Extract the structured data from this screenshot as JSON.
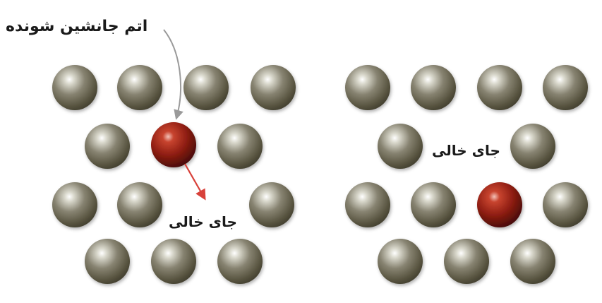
{
  "labels": {
    "substituting_atom": "اتم جانشین شونده",
    "vacancy_left": "جای خالی",
    "vacancy_right": "جای خالی"
  },
  "colors": {
    "atom_gray": "#6f6b58",
    "atom_red": "#8e1d12",
    "arrow_gray": "#9a9a9a",
    "arrow_red": "#d8413a",
    "background": "#ffffff"
  },
  "panels": [
    {
      "name": "before-move",
      "description_atoms": [
        {
          "row": 1,
          "col": 1,
          "kind": "gray"
        },
        {
          "row": 1,
          "col": 2,
          "kind": "gray"
        },
        {
          "row": 1,
          "col": 3,
          "kind": "gray"
        },
        {
          "row": 1,
          "col": 4,
          "kind": "gray"
        },
        {
          "row": 2,
          "col": 1,
          "kind": "gray"
        },
        {
          "row": 2,
          "col": 2,
          "kind": "red"
        },
        {
          "row": 2,
          "col": 3,
          "kind": "gray"
        },
        {
          "row": 3,
          "col": 1,
          "kind": "gray"
        },
        {
          "row": 3,
          "col": 2,
          "kind": "gray"
        },
        {
          "row": 3,
          "col": 4,
          "kind": "gray"
        },
        {
          "row": 4,
          "col": 1,
          "kind": "gray"
        },
        {
          "row": 4,
          "col": 2,
          "kind": "gray"
        },
        {
          "row": 4,
          "col": 3,
          "kind": "gray"
        }
      ]
    },
    {
      "name": "after-move",
      "description_atoms": [
        {
          "row": 1,
          "col": 1,
          "kind": "gray"
        },
        {
          "row": 1,
          "col": 2,
          "kind": "gray"
        },
        {
          "row": 1,
          "col": 3,
          "kind": "gray"
        },
        {
          "row": 1,
          "col": 4,
          "kind": "gray"
        },
        {
          "row": 2,
          "col": 1,
          "kind": "gray"
        },
        {
          "row": 2,
          "col": 3,
          "kind": "gray"
        },
        {
          "row": 3,
          "col": 1,
          "kind": "gray"
        },
        {
          "row": 3,
          "col": 2,
          "kind": "gray"
        },
        {
          "row": 3,
          "col": 3,
          "kind": "red"
        },
        {
          "row": 3,
          "col": 4,
          "kind": "gray"
        },
        {
          "row": 4,
          "col": 1,
          "kind": "gray"
        },
        {
          "row": 4,
          "col": 2,
          "kind": "gray"
        },
        {
          "row": 4,
          "col": 3,
          "kind": "gray"
        }
      ]
    }
  ]
}
